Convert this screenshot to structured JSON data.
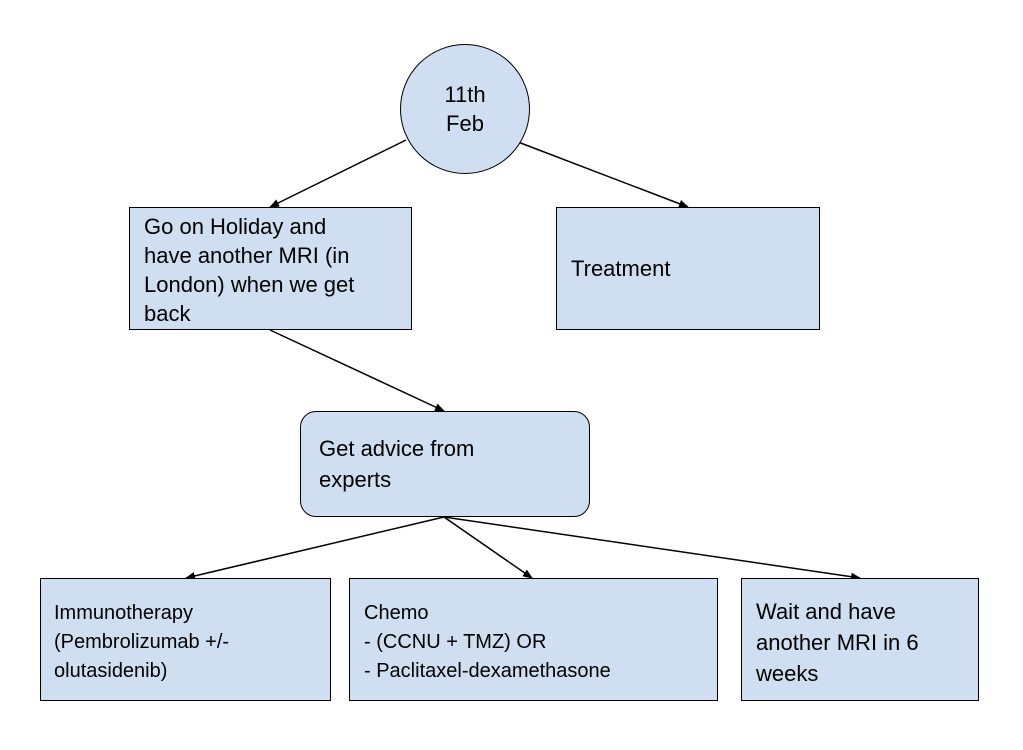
{
  "diagram": {
    "nodes": {
      "start": {
        "lines": [
          "11th",
          "Feb"
        ]
      },
      "holiday": {
        "lines": [
          "Go on Holiday and",
          "have another MRI (in",
          "London) when we get",
          "back"
        ]
      },
      "treatment": {
        "lines": [
          "Treatment"
        ]
      },
      "advice": {
        "lines": [
          "Get advice from",
          "experts"
        ]
      },
      "immunotherapy": {
        "lines": [
          "Immunotherapy",
          "(Pembrolizumab +/-",
          "olutasidenib)"
        ]
      },
      "chemo": {
        "lines": [
          "Chemo",
          "- (CCNU + TMZ) OR",
          "- Paclitaxel-dexamethasone"
        ]
      },
      "wait": {
        "lines": [
          "Wait and have",
          "another MRI in 6",
          "weeks"
        ]
      }
    },
    "edges": [
      {
        "from": "start",
        "to": "holiday"
      },
      {
        "from": "start",
        "to": "treatment"
      },
      {
        "from": "holiday",
        "to": "advice"
      },
      {
        "from": "advice",
        "to": "immunotherapy"
      },
      {
        "from": "advice",
        "to": "chemo"
      },
      {
        "from": "advice",
        "to": "wait"
      }
    ],
    "colors": {
      "node_fill": "#cfdef1",
      "stroke": "#000000"
    }
  }
}
